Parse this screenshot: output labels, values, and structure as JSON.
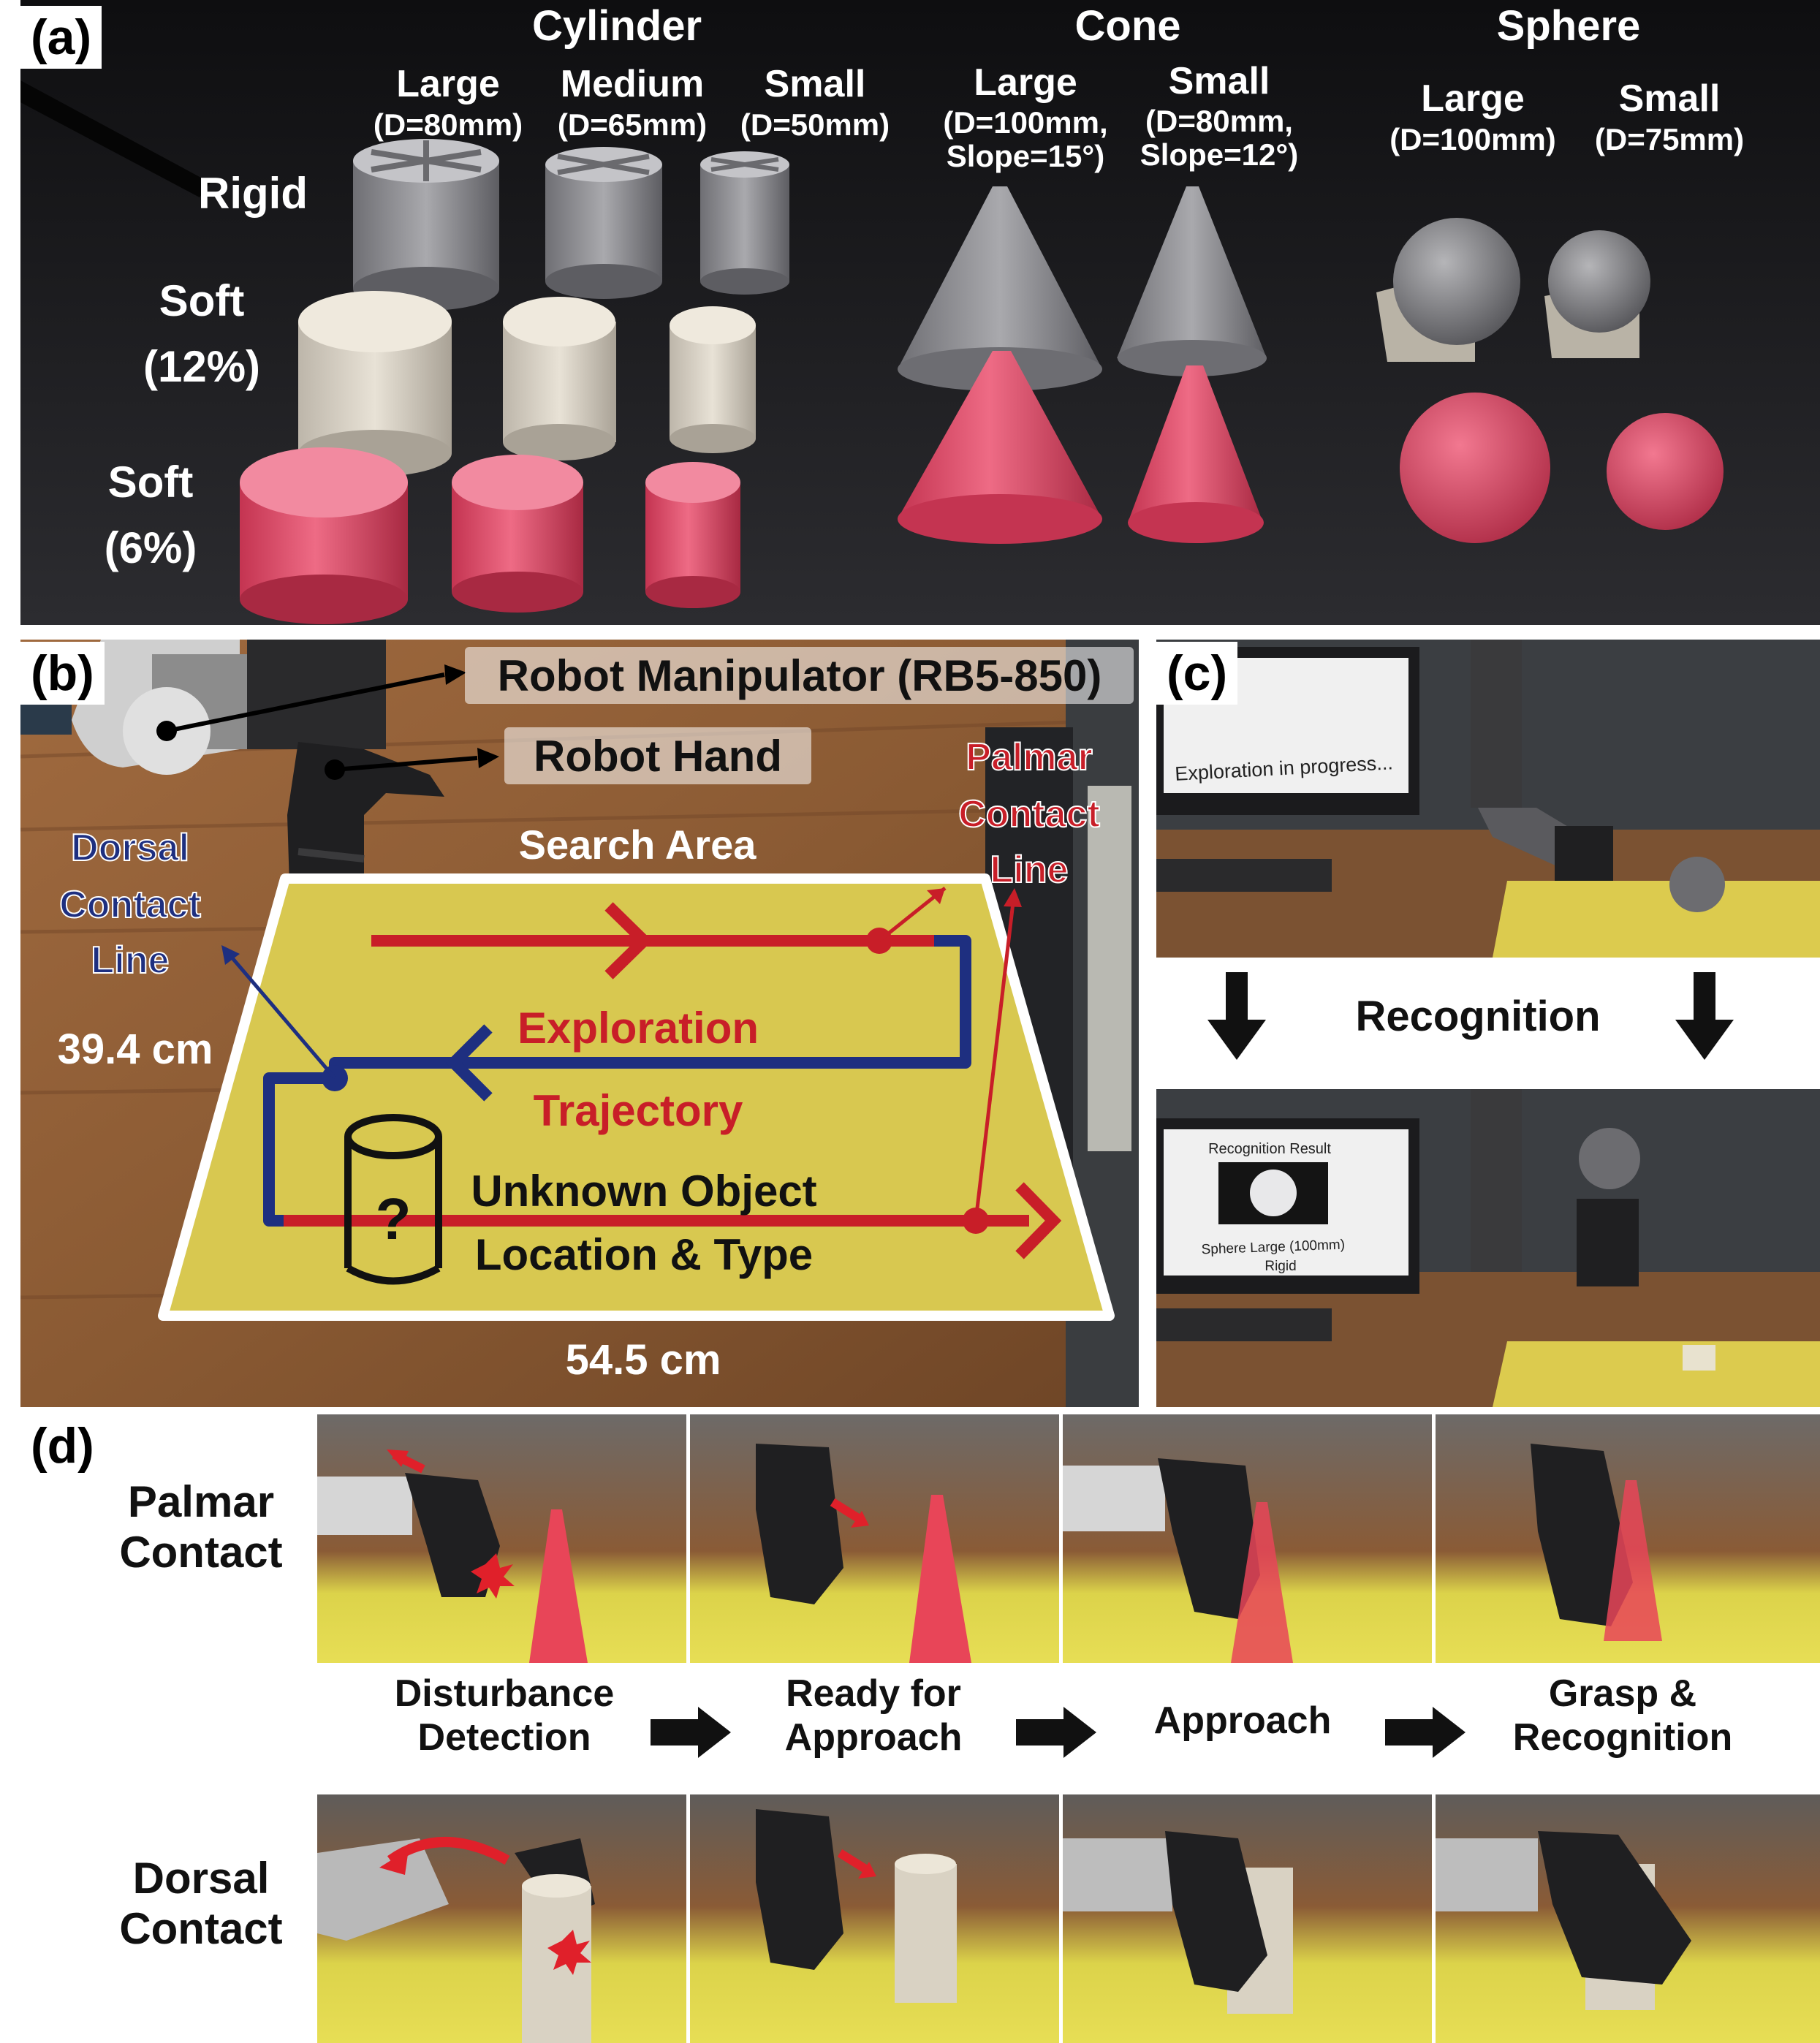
{
  "panel_a": {
    "tag": "(a)",
    "groups": [
      {
        "title": "Cylinder",
        "sizes": [
          {
            "name": "Large",
            "spec": "(D=80mm)"
          },
          {
            "name": "Medium",
            "spec": "(D=65mm)"
          },
          {
            "name": "Small",
            "spec": "(D=50mm)"
          }
        ]
      },
      {
        "title": "Cone",
        "sizes": [
          {
            "name": "Large",
            "spec": "(D=100mm,",
            "spec2": "Slope=15°)"
          },
          {
            "name": "Small",
            "spec": "(D=80mm,",
            "spec2": "Slope=12°)"
          }
        ]
      },
      {
        "title": "Sphere",
        "sizes": [
          {
            "name": "Large",
            "spec": "(D=100mm)"
          },
          {
            "name": "Small",
            "spec": "(D=75mm)"
          }
        ]
      }
    ],
    "rows": [
      {
        "line1": "Rigid",
        "line2": ""
      },
      {
        "line1": "Soft",
        "line2": "(12%)"
      },
      {
        "line1": "Soft",
        "line2": "(6%)"
      }
    ],
    "colors": {
      "background": "#1c1c1e",
      "rigid": "#8e8e92",
      "soft12": "#d8d2c6",
      "soft6": "#e04f6b"
    }
  },
  "panel_b": {
    "tag": "(b)",
    "robot_manipulator": "Robot Manipulator (RB5-850)",
    "robot_hand": "Robot Hand",
    "search_area": "Search Area",
    "dorsal": [
      "Dorsal",
      "Contact",
      "Line"
    ],
    "palmar": [
      "Palmar",
      "Contact",
      "Line"
    ],
    "exploration": "Exploration",
    "trajectory": "Trajectory",
    "unknown1": "Unknown Object",
    "unknown2": "Location & Type",
    "question": "?",
    "height": "39.4 cm",
    "width": "54.5 cm",
    "colors": {
      "table": "#8a5a33",
      "area": "#d8c850",
      "red": "#c81e28",
      "blue": "#1e2f80"
    }
  },
  "panel_c": {
    "tag": "(c)",
    "screen_top": "Exploration in progress...",
    "recognition": "Recognition",
    "result_title": "Recognition Result",
    "result_line1": "Sphere Large (100mm)",
    "result_line2": "Rigid"
  },
  "panel_d": {
    "tag": "(d)",
    "palmar_label": [
      "Palmar",
      "Contact"
    ],
    "dorsal_label": [
      "Dorsal",
      "Contact"
    ],
    "steps": [
      {
        "line1": "Disturbance",
        "line2": "Detection"
      },
      {
        "line1": "Ready for",
        "line2": "Approach"
      },
      {
        "line1": "Approach",
        "line2": ""
      },
      {
        "line1": "Grasp &",
        "line2": "Recognition"
      }
    ]
  }
}
